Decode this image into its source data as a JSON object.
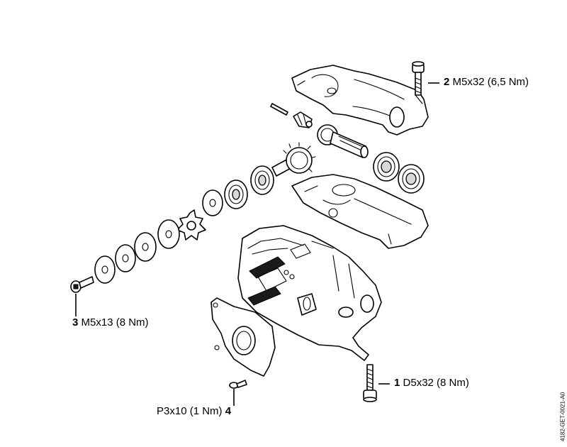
{
  "callouts": [
    {
      "num": "1",
      "spec": "D5x32 (8 Nm)"
    },
    {
      "num": "2",
      "spec": "M5x32 (6,5 Nm)"
    },
    {
      "num": "3",
      "spec": "M5x13 (8 Nm)"
    },
    {
      "num": "4",
      "spec": "P3x10 (1 Nm)"
    }
  ],
  "doc_ref": "4182-GET-0021-A0"
}
